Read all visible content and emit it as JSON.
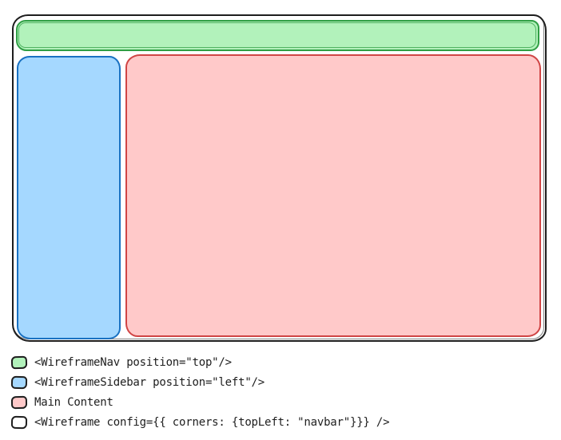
{
  "wireframe": {
    "frame": {
      "name": "Wireframe",
      "fill": "#ffffff",
      "stroke": "#1e1e1e"
    },
    "navbar": {
      "name": "WireframeNav",
      "position": "top",
      "fill": "#b2f2bb",
      "stroke": "#2f9e44"
    },
    "sidebar": {
      "name": "WireframeSidebar",
      "position": "left",
      "fill": "#a5d8ff",
      "stroke": "#1971c2"
    },
    "main_content": {
      "name": "Main Content",
      "fill": "#ffc9c9",
      "stroke": "#d04545"
    }
  },
  "legend": {
    "text_color": "#1e1e1e",
    "items": [
      {
        "id": "navbar",
        "swatch_fill": "#b2f2bb",
        "swatch_stroke": "#1e1e1e",
        "label": "<WireframeNav position=\"top\"/>"
      },
      {
        "id": "sidebar",
        "swatch_fill": "#a5d8ff",
        "swatch_stroke": "#1e1e1e",
        "label": "<WireframeSidebar position=\"left\"/>"
      },
      {
        "id": "main-content",
        "swatch_fill": "#ffc9c9",
        "swatch_stroke": "#1e1e1e",
        "label": "Main Content"
      },
      {
        "id": "frame",
        "swatch_fill": "#ffffff",
        "swatch_stroke": "#1e1e1e",
        "label": "<Wireframe config={{ corners: {topLeft: \"navbar\"}}} />"
      }
    ]
  }
}
